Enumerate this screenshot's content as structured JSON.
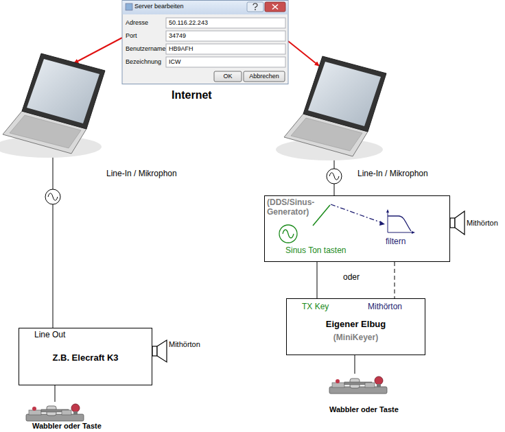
{
  "diagram": {
    "nodes": [
      {
        "text": [
          "Server bearbeiten"
        ]
      },
      {
        "text": [
          "Line-In / Mikrophon"
        ]
      },
      {
        "text": [
          "Line-In / Mikrophon"
        ]
      },
      {
        "text": [
          "Line Out",
          "Z.B. Elecraft K3"
        ]
      },
      {
        "text": [
          "(DDS/Sinus-Generator)",
          "Sinus Ton tasten",
          "filtern"
        ]
      },
      {
        "text": [
          "TX Key",
          "Mithörton",
          "Eigener Elbug",
          "(MiniKeyer)"
        ]
      },
      {
        "text": [
          "Wabbler oder Taste"
        ]
      },
      {
        "text": [
          "Wabbler oder Taste"
        ]
      }
    ],
    "edges": [
      {
        "from": 0,
        "to": 1,
        "arrow": "to"
      },
      {
        "from": 0,
        "to": 2,
        "arrow": "to"
      },
      {
        "from": 1,
        "to": 3,
        "arrow": "none"
      },
      {
        "from": 3,
        "to": 6,
        "arrow": "none"
      },
      {
        "from": 2,
        "to": 4,
        "arrow": "none"
      },
      {
        "from": 4,
        "to": 5,
        "arrow": "none"
      },
      {
        "from": 4,
        "to": 5,
        "arrow": "none"
      },
      {
        "from": 5,
        "to": 7,
        "arrow": "none"
      }
    ],
    "labels": [
      "Adresse",
      "50.116.22.243",
      "Port",
      "34749",
      "Benutzername",
      "HB9AFH",
      "Bezeichnung",
      "ICW",
      "OK",
      "Abbrechen",
      "Internet",
      "Mithörton",
      "Mithörton",
      "oder"
    ]
  }
}
